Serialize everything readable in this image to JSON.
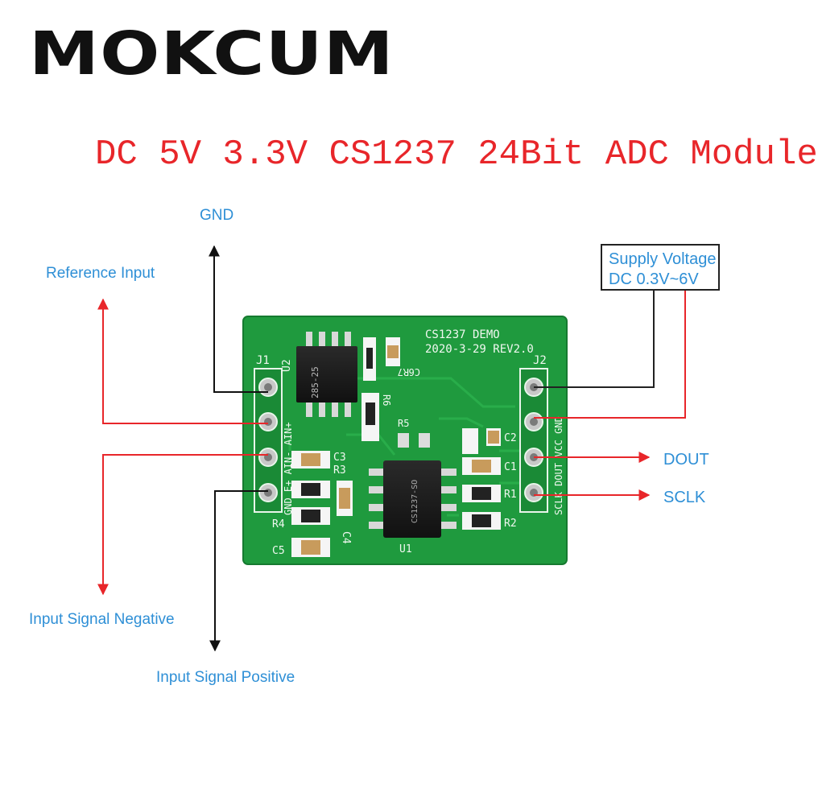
{
  "brand": "MOKCUM",
  "title": "DC 5V 3.3V CS1237 24Bit ADC Module",
  "labels": {
    "gnd": "GND",
    "reference_input": "Reference Input",
    "supply_line1": "Supply Voltage",
    "supply_line2": "DC 0.3V~6V",
    "dout": "DOUT",
    "sclk": "SCLK",
    "input_negative": "Input Signal Negative",
    "input_positive": "Input Signal Positive"
  },
  "board": {
    "silk_line1": "CS1237 DEMO",
    "silk_line2": "2020-3-29 REV2.0",
    "j1": "J1",
    "j2": "J2",
    "u1": "U1",
    "u2": "U2",
    "j1_pins": "GND E+ AIN- AIN+",
    "j2_pins": "SCLK DOUT VCC GND",
    "refs": {
      "r1": "R1",
      "r2": "R2",
      "r3": "R3",
      "r4": "R4",
      "r5": "R5",
      "r6": "R6",
      "r7": "R7",
      "c1": "C1",
      "c2": "C2",
      "c3": "C3",
      "c4": "C4",
      "c5": "C5",
      "c6": "C6"
    },
    "u2_marking": "285-25",
    "u1_marking": "CS1237-SO"
  },
  "colors": {
    "board": "#1f9a3e",
    "arrow_red": "#e8262a",
    "arrow_black": "#111111",
    "label_blue": "#2e8fd6"
  }
}
